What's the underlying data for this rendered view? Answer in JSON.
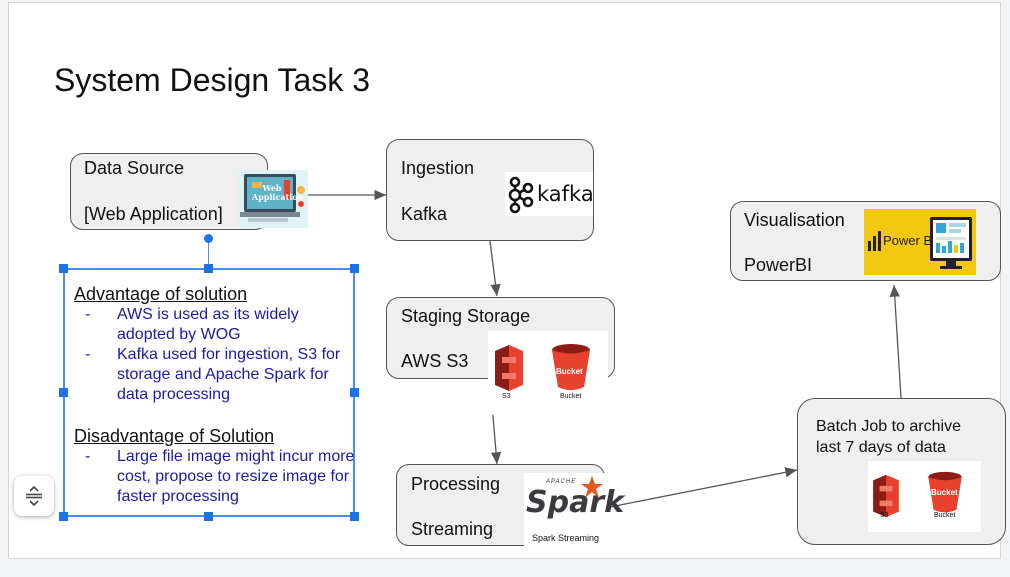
{
  "title": "System Design Task 3",
  "data_source": {
    "line1": "Data Source",
    "line2": "[Web Application]",
    "icon_text": "Web Application"
  },
  "ingestion": {
    "line1": "Ingestion",
    "line2": "Kafka",
    "logo": "kafka"
  },
  "staging": {
    "line1": "Staging Storage",
    "line2": "AWS S3",
    "s3_label": "S3",
    "bucket_label": "Bucket",
    "bucket_caption": "Bucket"
  },
  "processing": {
    "line1": "Processing",
    "line2": "Streaming",
    "spark_small": "APACHE",
    "spark_big": "Spark",
    "spark_caption": "Spark Streaming"
  },
  "visualisation": {
    "line1": "Visualisation",
    "line2": "PowerBI",
    "logo_text": "Power BI"
  },
  "batch": {
    "line1": "Batch Job to archive",
    "line2": "last 7 days of data",
    "s3_label": "S3",
    "bucket_label": "Bucket",
    "bucket_caption": "Bucket"
  },
  "notes": {
    "advantage_heading": "Advantage of solution",
    "advantages": [
      "AWS is used as its widely adopted by WOG",
      "Kafka used for ingestion, S3 for storage and Apache Spark for data processing"
    ],
    "disadvantage_heading": "Disadvantage of Solution",
    "disadvantages": [
      "Large file image might incur more cost, propose to resize image for faster processing"
    ]
  },
  "colors": {
    "note_text": "#1a1aa6",
    "selection": "#1a73e8",
    "box_fill": "#efefef",
    "aws_red": "#e8412d",
    "powerbi_yellow": "#f2c811"
  },
  "icons": [
    "web-application-icon",
    "kafka-logo",
    "s3-icon",
    "bucket-icon",
    "spark-logo",
    "powerbi-logo",
    "expand-collapse-icon"
  ]
}
